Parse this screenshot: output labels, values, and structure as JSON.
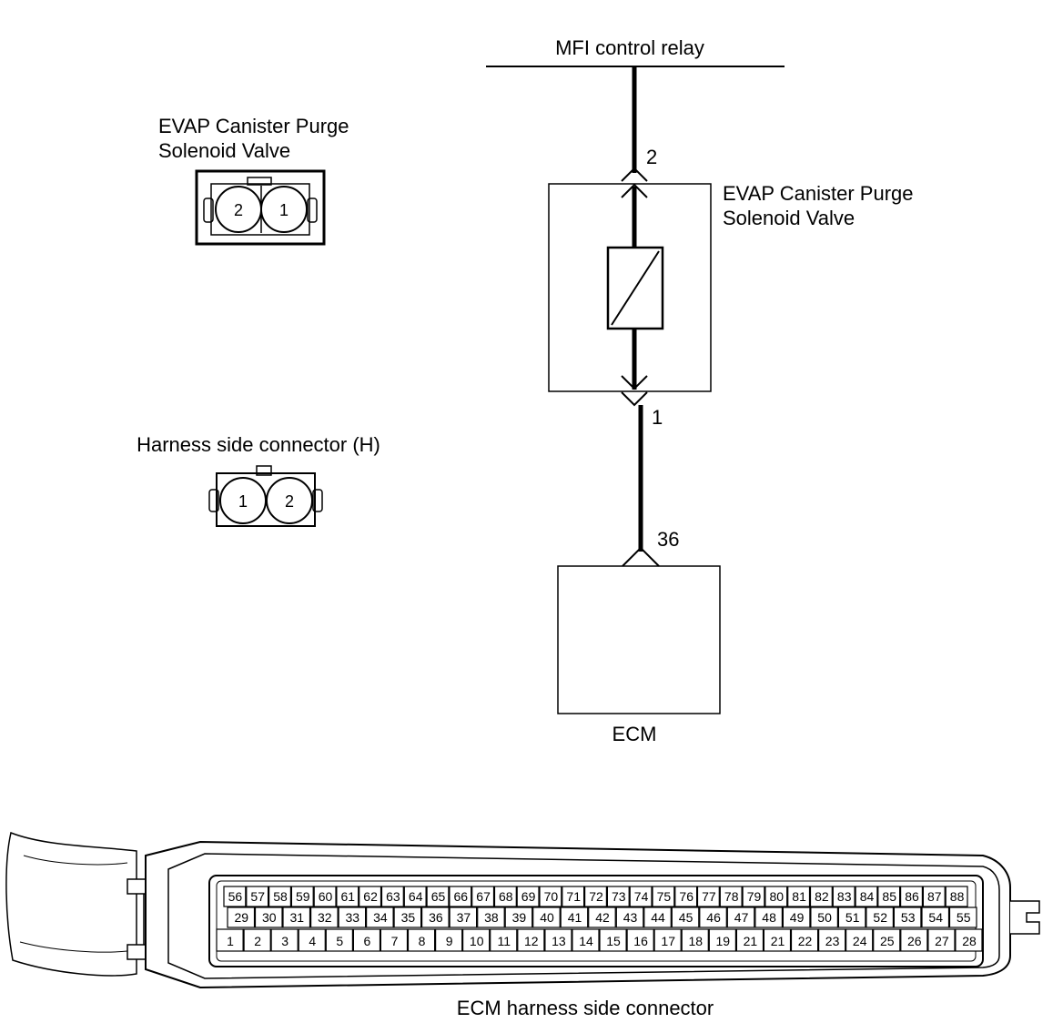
{
  "wiring": {
    "relay_label": "MFI control relay",
    "valve_label_line1": "EVAP Canister Purge",
    "valve_label_line2": "Solenoid Valve",
    "pin_top": "2",
    "pin_bottom": "1",
    "ecm_pin": "36",
    "ecm_label": "ECM"
  },
  "valve_connector": {
    "title_line1": "EVAP Canister Purge",
    "title_line2": "Solenoid Valve",
    "pins": [
      "2",
      "1"
    ]
  },
  "harness_connector": {
    "title": "Harness side connector (H)",
    "pins": [
      "1",
      "2"
    ]
  },
  "ecm_connector": {
    "caption": "ECM harness side connector",
    "row_top": [
      "56",
      "57",
      "58",
      "59",
      "60",
      "61",
      "62",
      "63",
      "64",
      "65",
      "66",
      "67",
      "68",
      "69",
      "70",
      "71",
      "72",
      "73",
      "74",
      "75",
      "76",
      "77",
      "78",
      "79",
      "80",
      "81",
      "82",
      "83",
      "84",
      "85",
      "86",
      "87",
      "88"
    ],
    "row_mid": [
      "29",
      "30",
      "31",
      "32",
      "33",
      "34",
      "35",
      "36",
      "37",
      "38",
      "39",
      "40",
      "41",
      "42",
      "43",
      "44",
      "45",
      "46",
      "47",
      "48",
      "49",
      "50",
      "51",
      "52",
      "53",
      "54",
      "55"
    ],
    "row_bot": [
      "1",
      "2",
      "3",
      "4",
      "5",
      "6",
      "7",
      "8",
      "9",
      "10",
      "11",
      "12",
      "13",
      "14",
      "15",
      "16",
      "17",
      "18",
      "19",
      "21",
      "21",
      "22",
      "23",
      "24",
      "25",
      "26",
      "27",
      "28"
    ]
  }
}
